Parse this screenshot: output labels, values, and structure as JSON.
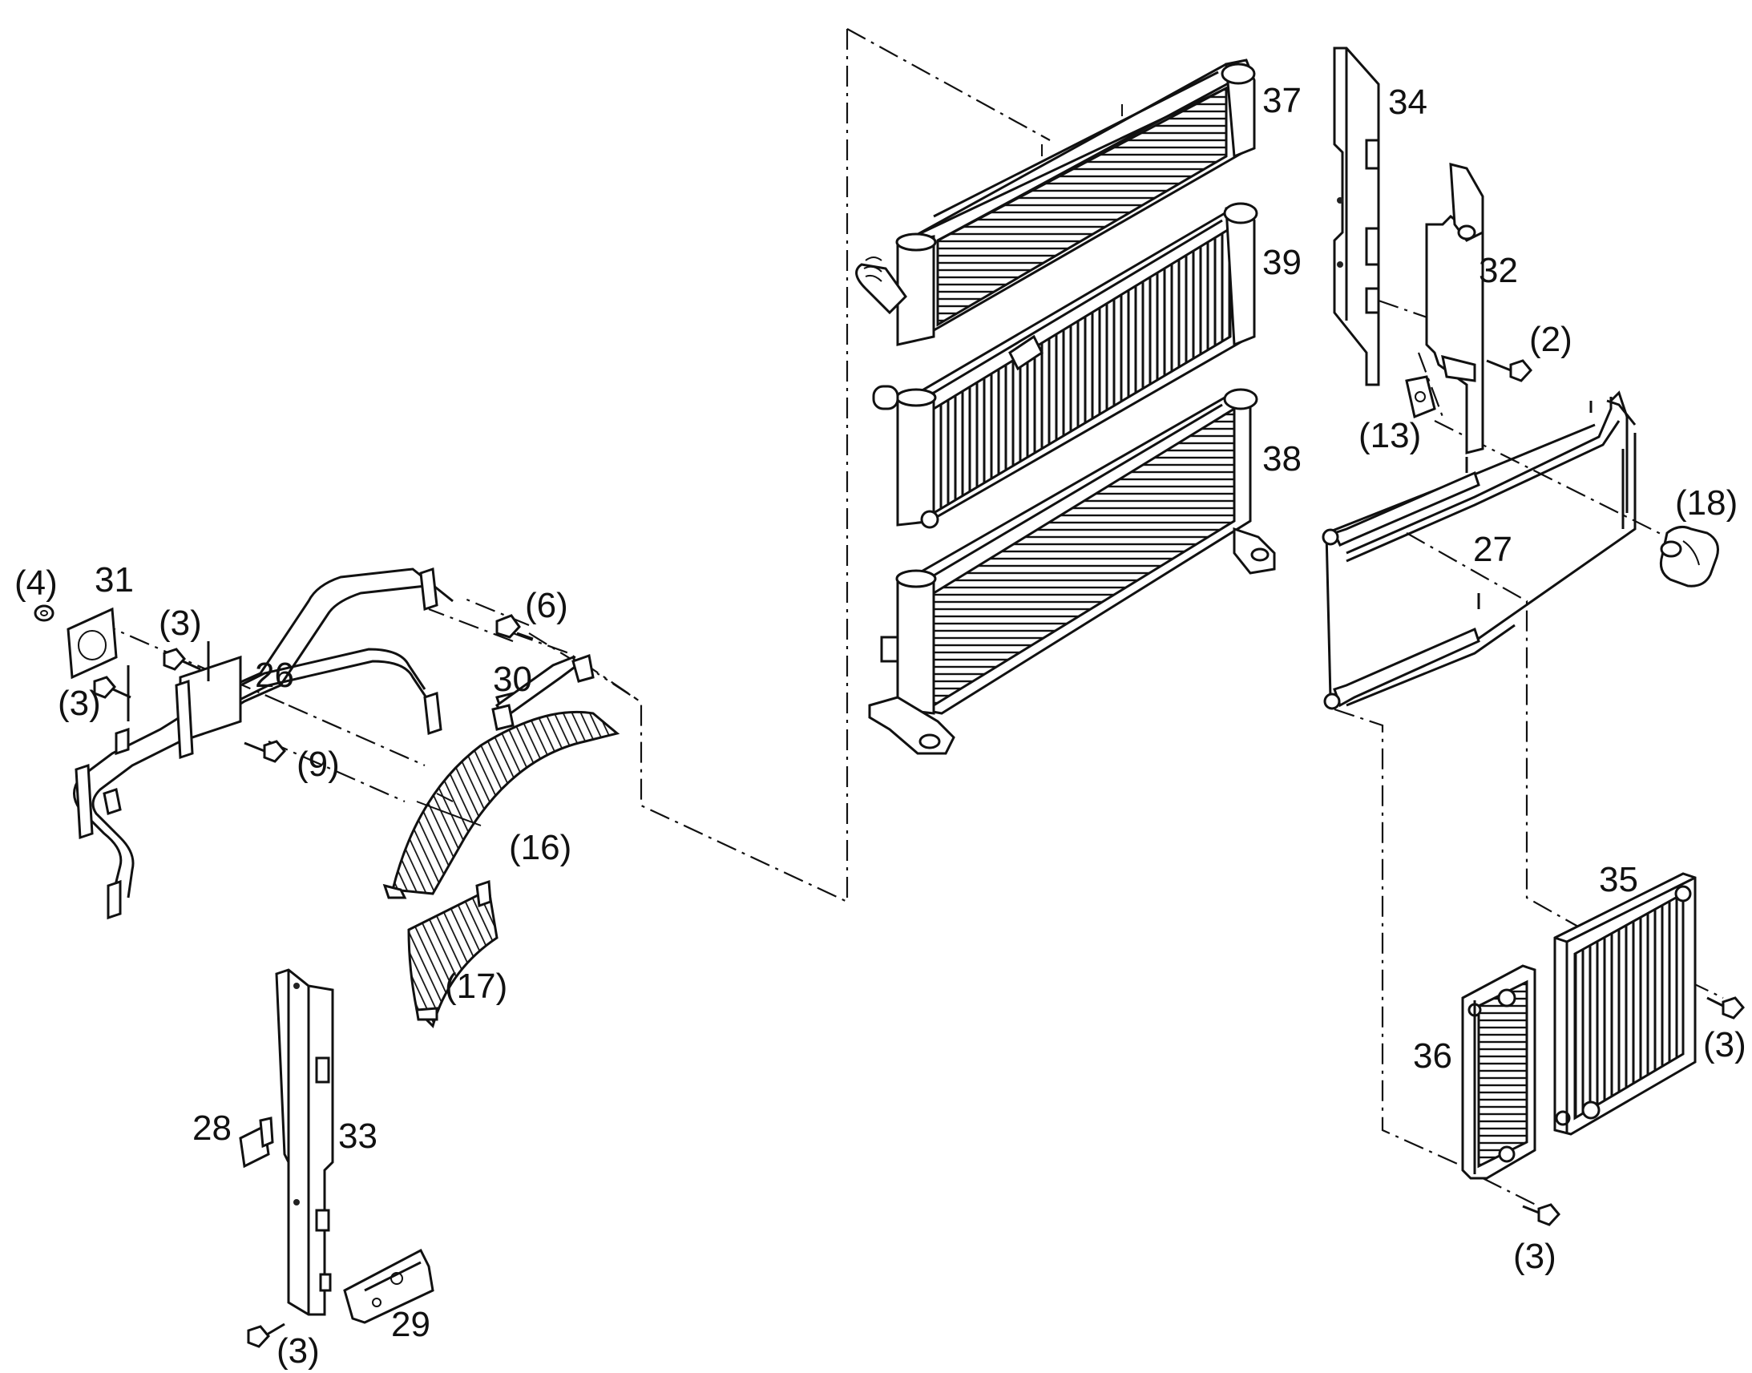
{
  "callouts": {
    "c37": "37",
    "c34": "34",
    "c39": "39",
    "c32": "32",
    "c2": "(2)",
    "c38": "38",
    "c13": "(13)",
    "c18": "(18)",
    "c27": "27",
    "c4": "(4)",
    "c31": "31",
    "c3a": "(3)",
    "c6": "(6)",
    "c26": "26",
    "c3b": "(3)",
    "c30": "30",
    "c9": "(9)",
    "c16": "(16)",
    "c35": "35",
    "c17": "(17)",
    "c3c": "(3)",
    "c36": "36",
    "c28": "28",
    "c33": "33",
    "c3d": "(3)",
    "c29": "29",
    "c3e": "(3)"
  }
}
